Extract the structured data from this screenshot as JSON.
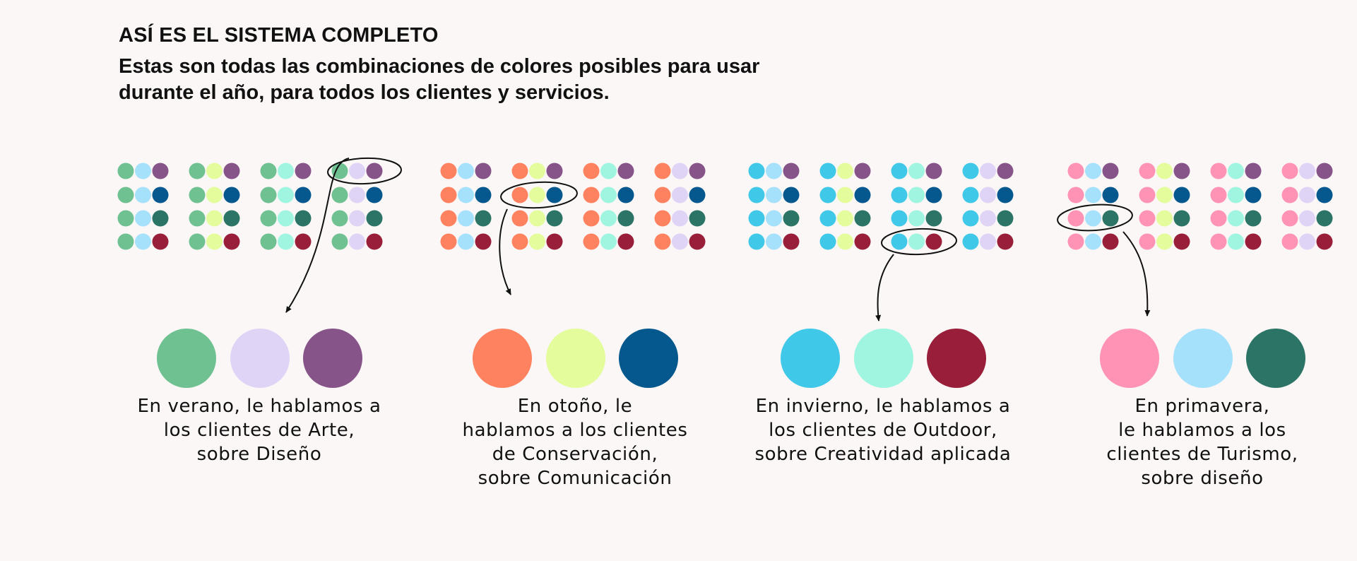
{
  "header": {
    "title": "ASÍ ES EL SISTEMA COMPLETO",
    "subtitle": "Estas son todas las combinaciones de colores posibles para usar durante el año, para todos los clientes y servicios."
  },
  "colors": {
    "background": "#faf7f6",
    "first": [
      "#6fc191",
      "#ff8260",
      "#40c8e8",
      "#ff93b5"
    ],
    "second": [
      "#a6e1fc",
      "#e4fc9c",
      "#a0f5e0",
      "#e0d4f6"
    ],
    "third": [
      "#87548a",
      "#04588e",
      "#2c7465",
      "#991e3a"
    ]
  },
  "seasons": [
    {
      "name": "verano",
      "highlight": {
        "block": 3,
        "row": 0
      },
      "swatches": [
        "#6fc191",
        "#e0d4f6",
        "#87548a"
      ],
      "caption": "En verano, le hablamos a\nlos clientes de Arte,\nsobre Diseño"
    },
    {
      "name": "otoño",
      "highlight": {
        "block": 1,
        "row": 1
      },
      "swatches": [
        "#ff8260",
        "#e4fc9c",
        "#04588e"
      ],
      "caption": "En otoño, le\nhablamos a los clientes\nde Conservación,\nsobre Comunicación"
    },
    {
      "name": "invierno",
      "highlight": {
        "block": 2,
        "row": 3
      },
      "swatches": [
        "#40c8e8",
        "#a0f5e0",
        "#991e3a"
      ],
      "caption": "En invierno, le hablamos a\nlos clientes de Outdoor,\nsobre Creatividad aplicada"
    },
    {
      "name": "primavera",
      "highlight": {
        "block": 0,
        "row": 2
      },
      "swatches": [
        "#ff93b5",
        "#a6e1fc",
        "#2c7465"
      ],
      "caption": "En primavera,\nle hablamos a los\nclientes de Turismo,\nsobre diseño"
    }
  ]
}
